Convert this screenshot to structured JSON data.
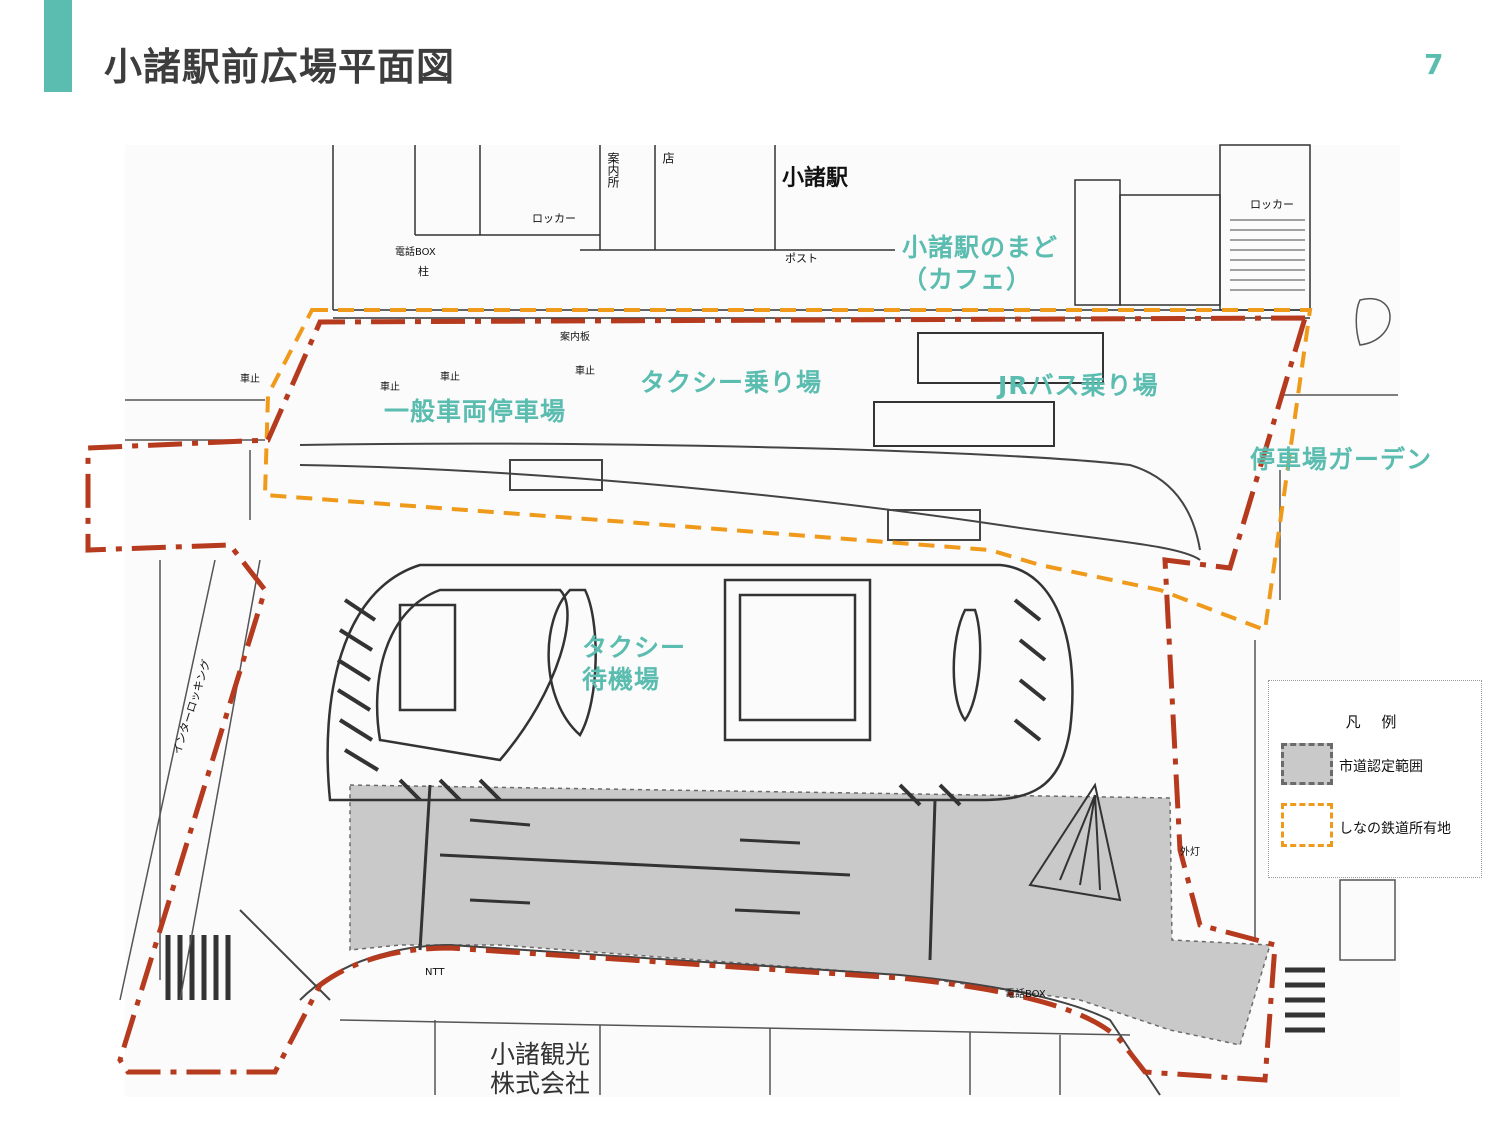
{
  "header": {
    "title": "小諸駅前広場平面図",
    "page_number": "7",
    "accent_color": "#5bbcb0"
  },
  "areas": {
    "cafe_line1": "小諸駅のまど",
    "cafe_line2": "（カフェ）",
    "taxi_stand": "タクシー乗り場",
    "jr_bus": "JRバス乗り場",
    "general_parking": "一般車両停車場",
    "station_garden": "停車場ガーデン",
    "taxi_wait_line1": "タクシー",
    "taxi_wait_line2": "待機場"
  },
  "map_labels": {
    "station": "小諸駅",
    "info_center": "案内所",
    "shop": "店",
    "locker_left": "ロッカー",
    "locker_right": "ロッカー",
    "phone_box": "電話BOX",
    "post": "ポスト",
    "pillar": "柱",
    "guide_board": "案内板",
    "stop1": "車止",
    "stop2": "車止",
    "stop3": "車止",
    "stop4": "車止",
    "interlocking": "インターロッキング",
    "lamp": "外灯",
    "ntt": "NTT",
    "phone_box2": "電話BOX",
    "company_line1": "小諸観光",
    "company_line2": "株式会社"
  },
  "legend": {
    "title": "凡 例",
    "items": [
      {
        "label": "市道認定範囲",
        "swatch_color": "#c9c9c9",
        "border_color": "#6b6b6b"
      },
      {
        "label": "しなの鉄道所有地",
        "swatch_color": "#ffffff",
        "border_color": "#ef9a1a"
      }
    ]
  },
  "colors": {
    "label_teal": "#5bbcb0",
    "boundary_red": "#b53a1e",
    "railway_orange": "#ef9a1a",
    "road_gray": "#c9c9c9"
  }
}
